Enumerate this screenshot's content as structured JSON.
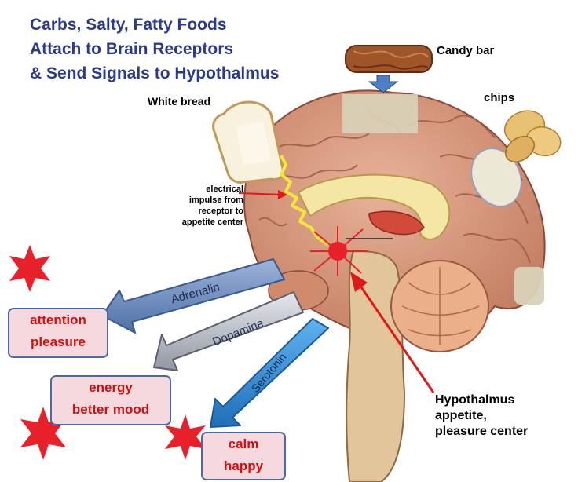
{
  "title": {
    "line1": "Carbs, Salty, Fatty Foods",
    "line2": "Attach to Brain Receptors",
    "line3": "& Send Signals to Hypothalmus"
  },
  "foods": {
    "candy_bar": "Candy bar",
    "white_bread": "White bread",
    "chips": "chips"
  },
  "annotation": {
    "line1": "electrical",
    "line2": "impulse from",
    "line3": "receptor to",
    "line4": "appetite center"
  },
  "hypothalamus": {
    "line1": "Hypothalmus",
    "line2": "appetite,",
    "line3": "pleasure center"
  },
  "hormones": {
    "adrenalin": "Adrenalin",
    "dopamine": "Dopamine",
    "serotonin": "Serotonin"
  },
  "effects": {
    "adrenalin": [
      "attention",
      "pleasure"
    ],
    "dopamine": [
      "energy",
      "better mood"
    ],
    "serotonin": [
      "calm",
      "happy"
    ]
  },
  "colors": {
    "title": "#2b3a8c",
    "effect_text": "#d01010",
    "effect_fill": "#f6d9de",
    "star": "#e8202a",
    "adrenalin_arrow": "#5f7fb5",
    "dopamine_arrow": "#a9adb6",
    "serotonin_arrow": "#2f86d0",
    "brain": "#d99a7d",
    "pointer": "#e01818"
  }
}
